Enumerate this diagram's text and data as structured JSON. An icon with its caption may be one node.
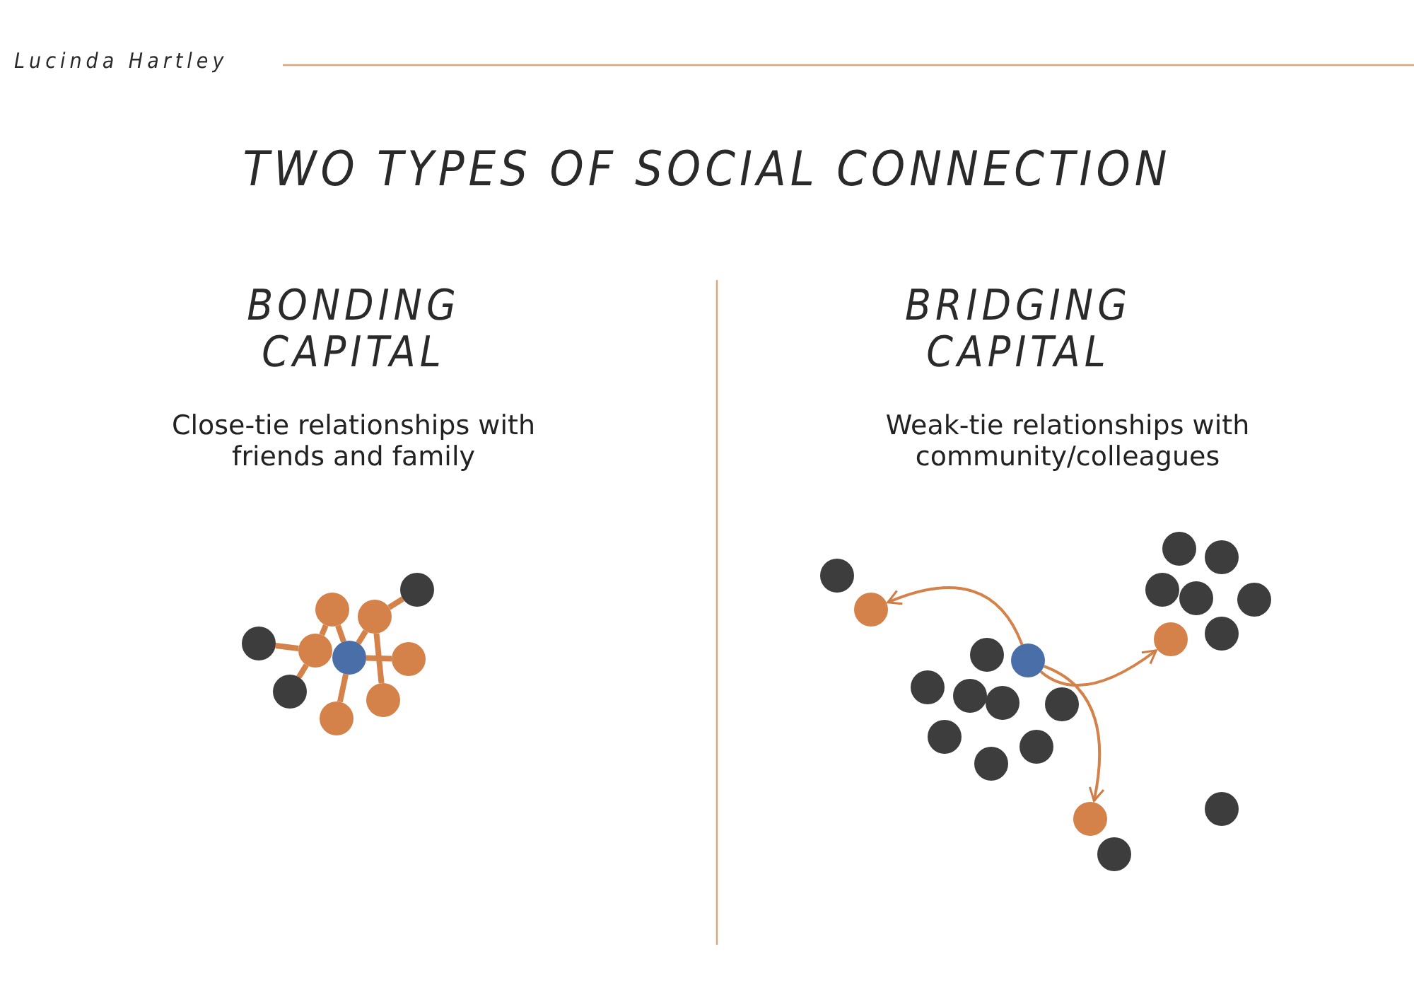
{
  "diagram": {
    "title": "TWO TYPES OF SOCIAL CONNECTION",
    "nodes": [
      {
        "text": [],
        "shape": "circle"
      },
      {
        "text": [],
        "shape": "circle"
      },
      {
        "text": [],
        "shape": "circle"
      },
      {
        "text": [],
        "shape": "circle"
      },
      {
        "text": [],
        "shape": "circle"
      },
      {
        "text": [],
        "shape": "circle"
      },
      {
        "text": [],
        "shape": "circle"
      },
      {
        "text": [],
        "shape": "circle"
      },
      {
        "text": [],
        "shape": "circle"
      },
      {
        "text": [],
        "shape": "circle"
      },
      {
        "text": [],
        "shape": "circle"
      },
      {
        "text": [],
        "shape": "circle"
      },
      {
        "text": [],
        "shape": "circle"
      },
      {
        "text": [],
        "shape": "circle"
      },
      {
        "text": [],
        "shape": "circle"
      },
      {
        "text": [],
        "shape": "circle"
      },
      {
        "text": [],
        "shape": "circle"
      },
      {
        "text": [],
        "shape": "circle"
      },
      {
        "text": [],
        "shape": "circle"
      },
      {
        "text": [],
        "shape": "circle"
      },
      {
        "text": [],
        "shape": "circle"
      },
      {
        "text": [],
        "shape": "circle"
      },
      {
        "text": [],
        "shape": "circle"
      },
      {
        "text": [],
        "shape": "circle"
      },
      {
        "text": [],
        "shape": "circle"
      },
      {
        "text": [],
        "shape": "circle"
      },
      {
        "text": [],
        "shape": "circle"
      },
      {
        "text": [],
        "shape": "circle"
      },
      {
        "text": [],
        "shape": "circle"
      },
      {
        "text": [],
        "shape": "circle"
      },
      {
        "text": [],
        "shape": "circle"
      }
    ],
    "edges": [
      {
        "from": 2,
        "to": 0,
        "arrow": "none"
      },
      {
        "from": 2,
        "to": 1,
        "arrow": "none"
      },
      {
        "from": 2,
        "to": 3,
        "arrow": "none"
      },
      {
        "from": 3,
        "to": 5,
        "arrow": "none"
      },
      {
        "from": 6,
        "to": 9,
        "arrow": "none"
      },
      {
        "from": 6,
        "to": 5,
        "arrow": "none"
      },
      {
        "from": 6,
        "to": 7,
        "arrow": "none"
      },
      {
        "from": 5,
        "to": 8,
        "arrow": "none"
      },
      {
        "from": 5,
        "to": 4,
        "arrow": "none"
      },
      {
        "from": 18,
        "to": 11,
        "arrow": "to"
      },
      {
        "from": 18,
        "to": 24,
        "arrow": "to"
      },
      {
        "from": 18,
        "to": 21,
        "arrow": "to"
      }
    ],
    "labels": [
      "Lucinda Hartley",
      "BONDING CAPITAL",
      "Close-tie relationships with friends and family",
      "BRIDGING CAPITAL",
      "Weak-tie relationships with community/colleagues"
    ]
  }
}
